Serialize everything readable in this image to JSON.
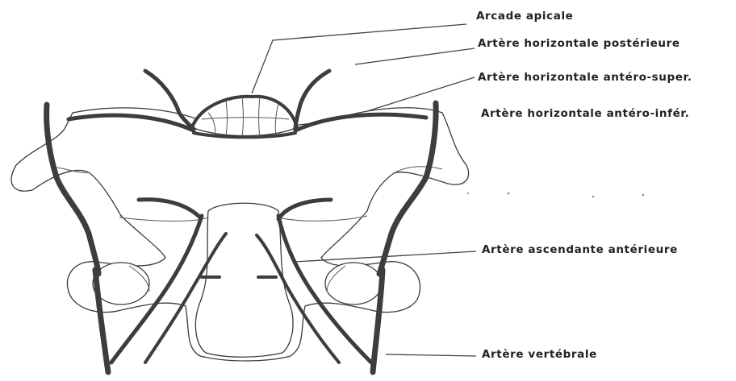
{
  "labels": {
    "arcade_apicale": "Arcade apicale",
    "artere_horizontale_posterieure": "Artère horizontale postérieure",
    "artere_horizontale_antero_super": "Artère horizontale antéro-super.",
    "artere_horizontale_antero_infer": "Artère horizontale antéro-infér.",
    "artere_ascendante_anterieure": "Artère ascendante antérieure",
    "artere_vertebrale": "Artère vertébrale"
  },
  "colors": {
    "artery": "#3d3d3d",
    "bone_outline": "#3a3a3a",
    "text": "#222222"
  }
}
